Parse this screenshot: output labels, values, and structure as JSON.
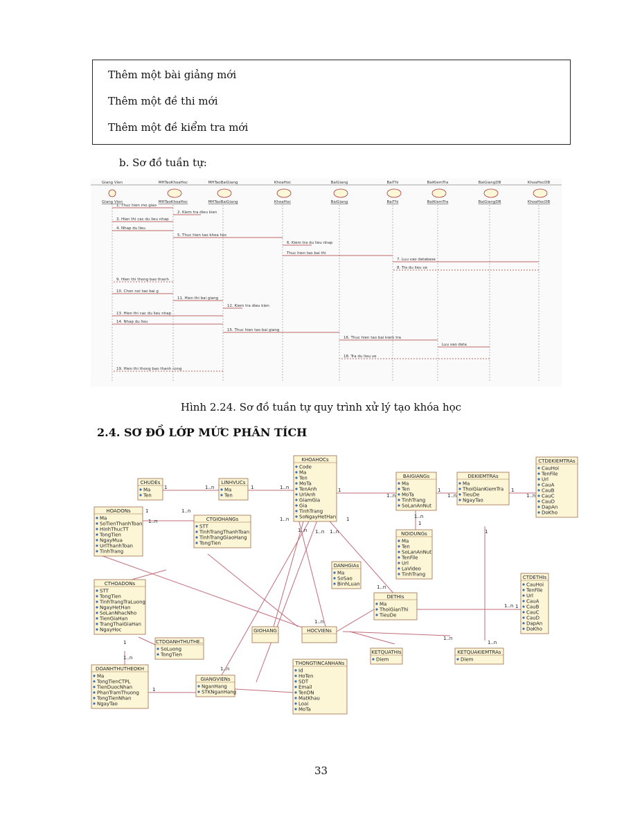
{
  "usecases": [
    "Thêm một bài giảng mới",
    "Thêm một đề thi mới",
    "Thêm một đề kiểm tra mới"
  ],
  "sequence": {
    "heading": "b. Sơ đồ tuần tự:",
    "caption": "Hình 2.24. Sơ đồ tuần tự quy trình xử lý tạo khóa học",
    "lifelines": [
      "Giang Vien",
      "MHTaoKhoaHoc",
      "MHTaoBaiGiang",
      "KhoaHoc",
      "BaiGiang",
      "BaiThi",
      "BaiKiemTra",
      "BaiGiangDB",
      "KhoaHocDB"
    ],
    "messages": [
      "1. Thuc hien mo giao",
      "2. Kiem tra dieu kien",
      "3. Hien thi cac du lieu nhap",
      "4. Nhap du lieu",
      "5. Thuc hien tao khoa hoc",
      "6. Kiem tra du lieu nhap",
      "Thuc hien tao bai thi",
      "7. Luu vao database",
      "8. Tra du lieu ve",
      "9. Hien thi thong bao thanh",
      "10. Chon noi tao bai g",
      "11. Hien thi bai giang",
      "12. Kiem tra dieu kien",
      "13. Hien thi cac du lieu nhap",
      "14. Nhap du lieu",
      "15. Thuc hien tao bai giang",
      "16. Thuc hien tao bai kiem tra",
      "Luu vao data",
      "18. Tra du lieu ve",
      "19. Hien thi thong bao thanh cong"
    ]
  },
  "section_title": "2.4. SƠ ĐỒ LỚP MỨC PHÂN TÍCH",
  "classes": [
    {
      "name": "CHUDEs",
      "attrs": [
        "Ma",
        "Ten"
      ]
    },
    {
      "name": "LINHVUCs",
      "attrs": [
        "Ma",
        "Ten"
      ]
    },
    {
      "name": "KHOAHOCs",
      "attrs": [
        "Code",
        "Ma",
        "Ten",
        "MoTa",
        "TenAnh",
        "UrlAnh",
        "GiamGia",
        "Gia",
        "TinhTrang",
        "SoNgayHetHan"
      ]
    },
    {
      "name": "BAIGIANGs",
      "attrs": [
        "Ma",
        "Ten",
        "MoTa",
        "TinhTrang",
        "SoLanAnNut"
      ]
    },
    {
      "name": "DEKIEMTRAs",
      "attrs": [
        "Ma",
        "ThoiGianKiemTra",
        "TieuDe",
        "NgayTao"
      ]
    },
    {
      "name": "CTDEKIEMTRAs",
      "attrs": [
        "CauHoi",
        "TenFile",
        "Url",
        "CauA",
        "CauB",
        "CauC",
        "CauD",
        "DapAn",
        "DoKho"
      ]
    },
    {
      "name": "HOADONs",
      "attrs": [
        "Ma",
        "SoTienThanhToan",
        "HinhThucTT",
        "TongTien",
        "NgayMua",
        "UrlThanhToan",
        "TinhTrang"
      ]
    },
    {
      "name": "CTGIOHANGs",
      "attrs": [
        "STT",
        "TinhTrangThanhToan",
        "TinhTrangGiaoHang",
        "TongTien"
      ]
    },
    {
      "name": "NOIDUNGs",
      "attrs": [
        "Ma",
        "Ten",
        "SoLanAnNut",
        "TenFile",
        "Url",
        "LaVideo",
        "TinhTrang"
      ]
    },
    {
      "name": "DANHGIAs",
      "attrs": [
        "Ma",
        "SoSao",
        "BinhLuan"
      ]
    },
    {
      "name": "CTHOADONs",
      "attrs": [
        "STT",
        "TongTien",
        "TinhTrangTraLuong",
        "NgayHetHan",
        "SoLanNhacNho",
        "TienGiaHan",
        "TrangThaiGiaHan",
        "NgayHoc"
      ]
    },
    {
      "name": "DETHIs",
      "attrs": [
        "Ma",
        "ThoiGianThi",
        "TieuDe"
      ]
    },
    {
      "name": "CTDETHIs",
      "attrs": [
        "CauHoi",
        "TenFile",
        "Url",
        "CauA",
        "CauB",
        "CauC",
        "CauD",
        "DapAn",
        "DoKho"
      ]
    },
    {
      "name": "GIOHANG",
      "attrs": []
    },
    {
      "name": "HOCVIENs",
      "attrs": []
    },
    {
      "name": "CTDOANHTHUTHE..",
      "attrs": [
        "SoLuong",
        "TongTien"
      ]
    },
    {
      "name": "KETQUATHIs",
      "attrs": [
        "Diem"
      ]
    },
    {
      "name": "KETQUAKIEMTRAs",
      "attrs": [
        "Diem"
      ]
    },
    {
      "name": "DOANHTHUTHEOKH",
      "attrs": [
        "Ma",
        "TongTienCTPL",
        "TienDuocNhan",
        "PhanTramThuong",
        "TongTienNhan",
        "NgayTao"
      ]
    },
    {
      "name": "GIANGVIENs",
      "attrs": [
        "NganHang",
        "STKNganHang"
      ]
    },
    {
      "name": "THONGTINCANHANs",
      "attrs": [
        "Id",
        "HoTen",
        "SDT",
        "Email",
        "TenDN",
        "MatKhau",
        "Loai",
        "MoTa"
      ]
    }
  ],
  "multiplicities": [
    "1",
    "1..n",
    "1",
    "1..n",
    "1",
    "1..n",
    "1",
    "1..n",
    "1",
    "1..n",
    "1",
    "1..n",
    "1..n",
    "1..n",
    "1..n",
    "1..n",
    "1",
    "1..n",
    "1",
    "1..n",
    "1",
    "1..n",
    "1",
    "1..n",
    "1",
    "1..n",
    "1",
    "1..n",
    "1..n",
    "1..n",
    "1..n",
    "1",
    "1"
  ],
  "page_number": "33"
}
